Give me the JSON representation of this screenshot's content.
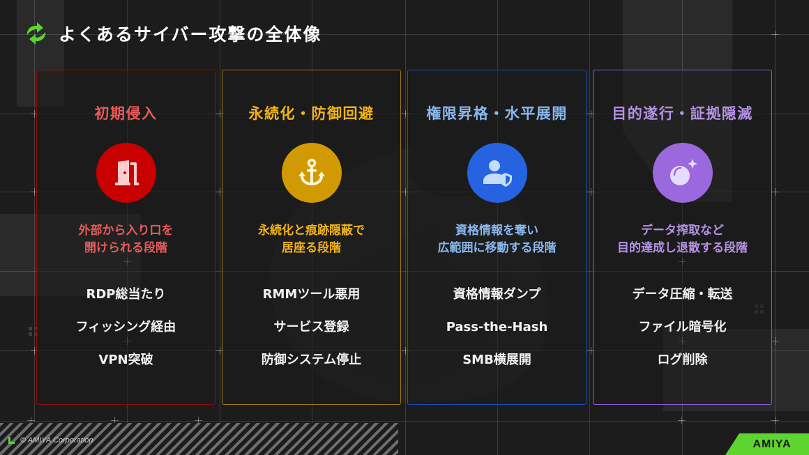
{
  "header": {
    "logo_icon": "recycle-arrows-icon",
    "title": "よくあるサイバー攻撃の全体像"
  },
  "stages": [
    {
      "title": "初期侵入",
      "icon": "door-open-icon",
      "accent_color": "#e85b5b",
      "border_color": "#8b0c0c",
      "circle_color": "#c80000",
      "glyph_color": "#ffcccc",
      "description": [
        "外部から入り口を",
        "開けられる段階"
      ],
      "techniques": [
        "RDP総当たり",
        "フィッシング経由",
        "VPN突破"
      ]
    },
    {
      "title": "永続化・防御回避",
      "icon": "anchor-icon",
      "accent_color": "#f2b418",
      "border_color": "#a07810",
      "circle_color": "#d29a02",
      "glyph_color": "#fff6d8",
      "description": [
        "永続化と痕跡隠蔽で",
        "居座る段階"
      ],
      "techniques": [
        "RMMツール悪用",
        "サービス登録",
        "防御システム停止"
      ]
    },
    {
      "title": "権限昇格・水平展開",
      "icon": "user-shield-icon",
      "accent_color": "#8ab8f0",
      "border_color": "#1f4fb8",
      "circle_color": "#2563e0",
      "glyph_color": "#c6dcff",
      "description": [
        "資格情報を奪い",
        "広範囲に移動する段階"
      ],
      "techniques": [
        "資格情報ダンプ",
        "Pass-the-Hash",
        "SMB横展開"
      ]
    },
    {
      "title": "目的遂行・証拠隠滅",
      "icon": "bomb-icon",
      "accent_color": "#b592e6",
      "border_color": "#8a5fd0",
      "circle_color": "#9b68dd",
      "glyph_color": "#e6dcff",
      "description": [
        "データ搾取など",
        "目的達成し退散する段階"
      ],
      "techniques": [
        "データ圧縮・転送",
        "ファイル暗号化",
        "ログ削除"
      ]
    }
  ],
  "footer": {
    "copyright": "© AMIYA Corporation",
    "brand": "AMIYA",
    "brand_color": "#5ed52f"
  }
}
